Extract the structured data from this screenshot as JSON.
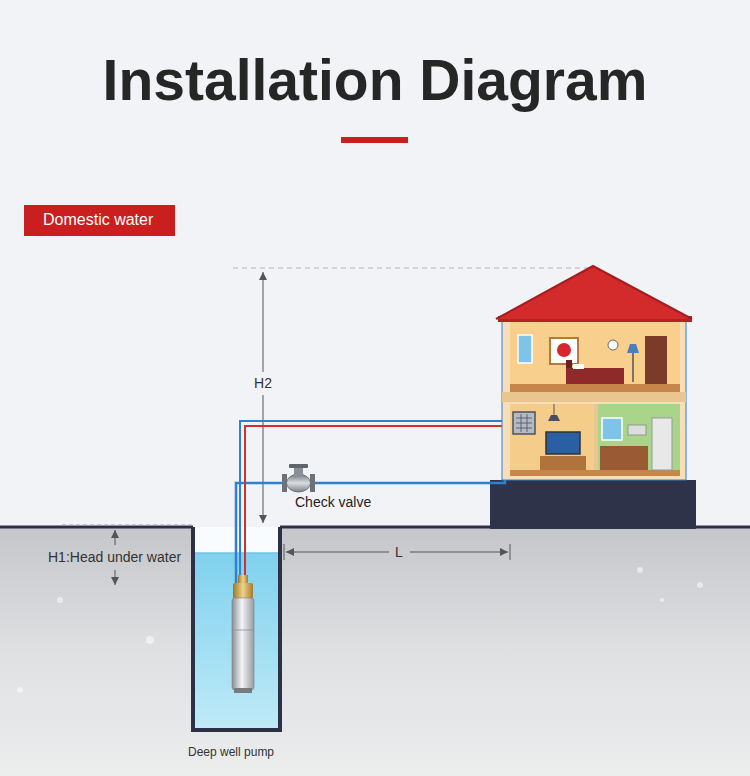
{
  "diagram": {
    "title": "Installation Diagram",
    "nodes": [
      {
        "text": [
          "Domestic water"
        ]
      }
    ],
    "labels": [
      "H2",
      "H1:Head under water",
      "L",
      "Check valve",
      "Deep well pump"
    ]
  }
}
